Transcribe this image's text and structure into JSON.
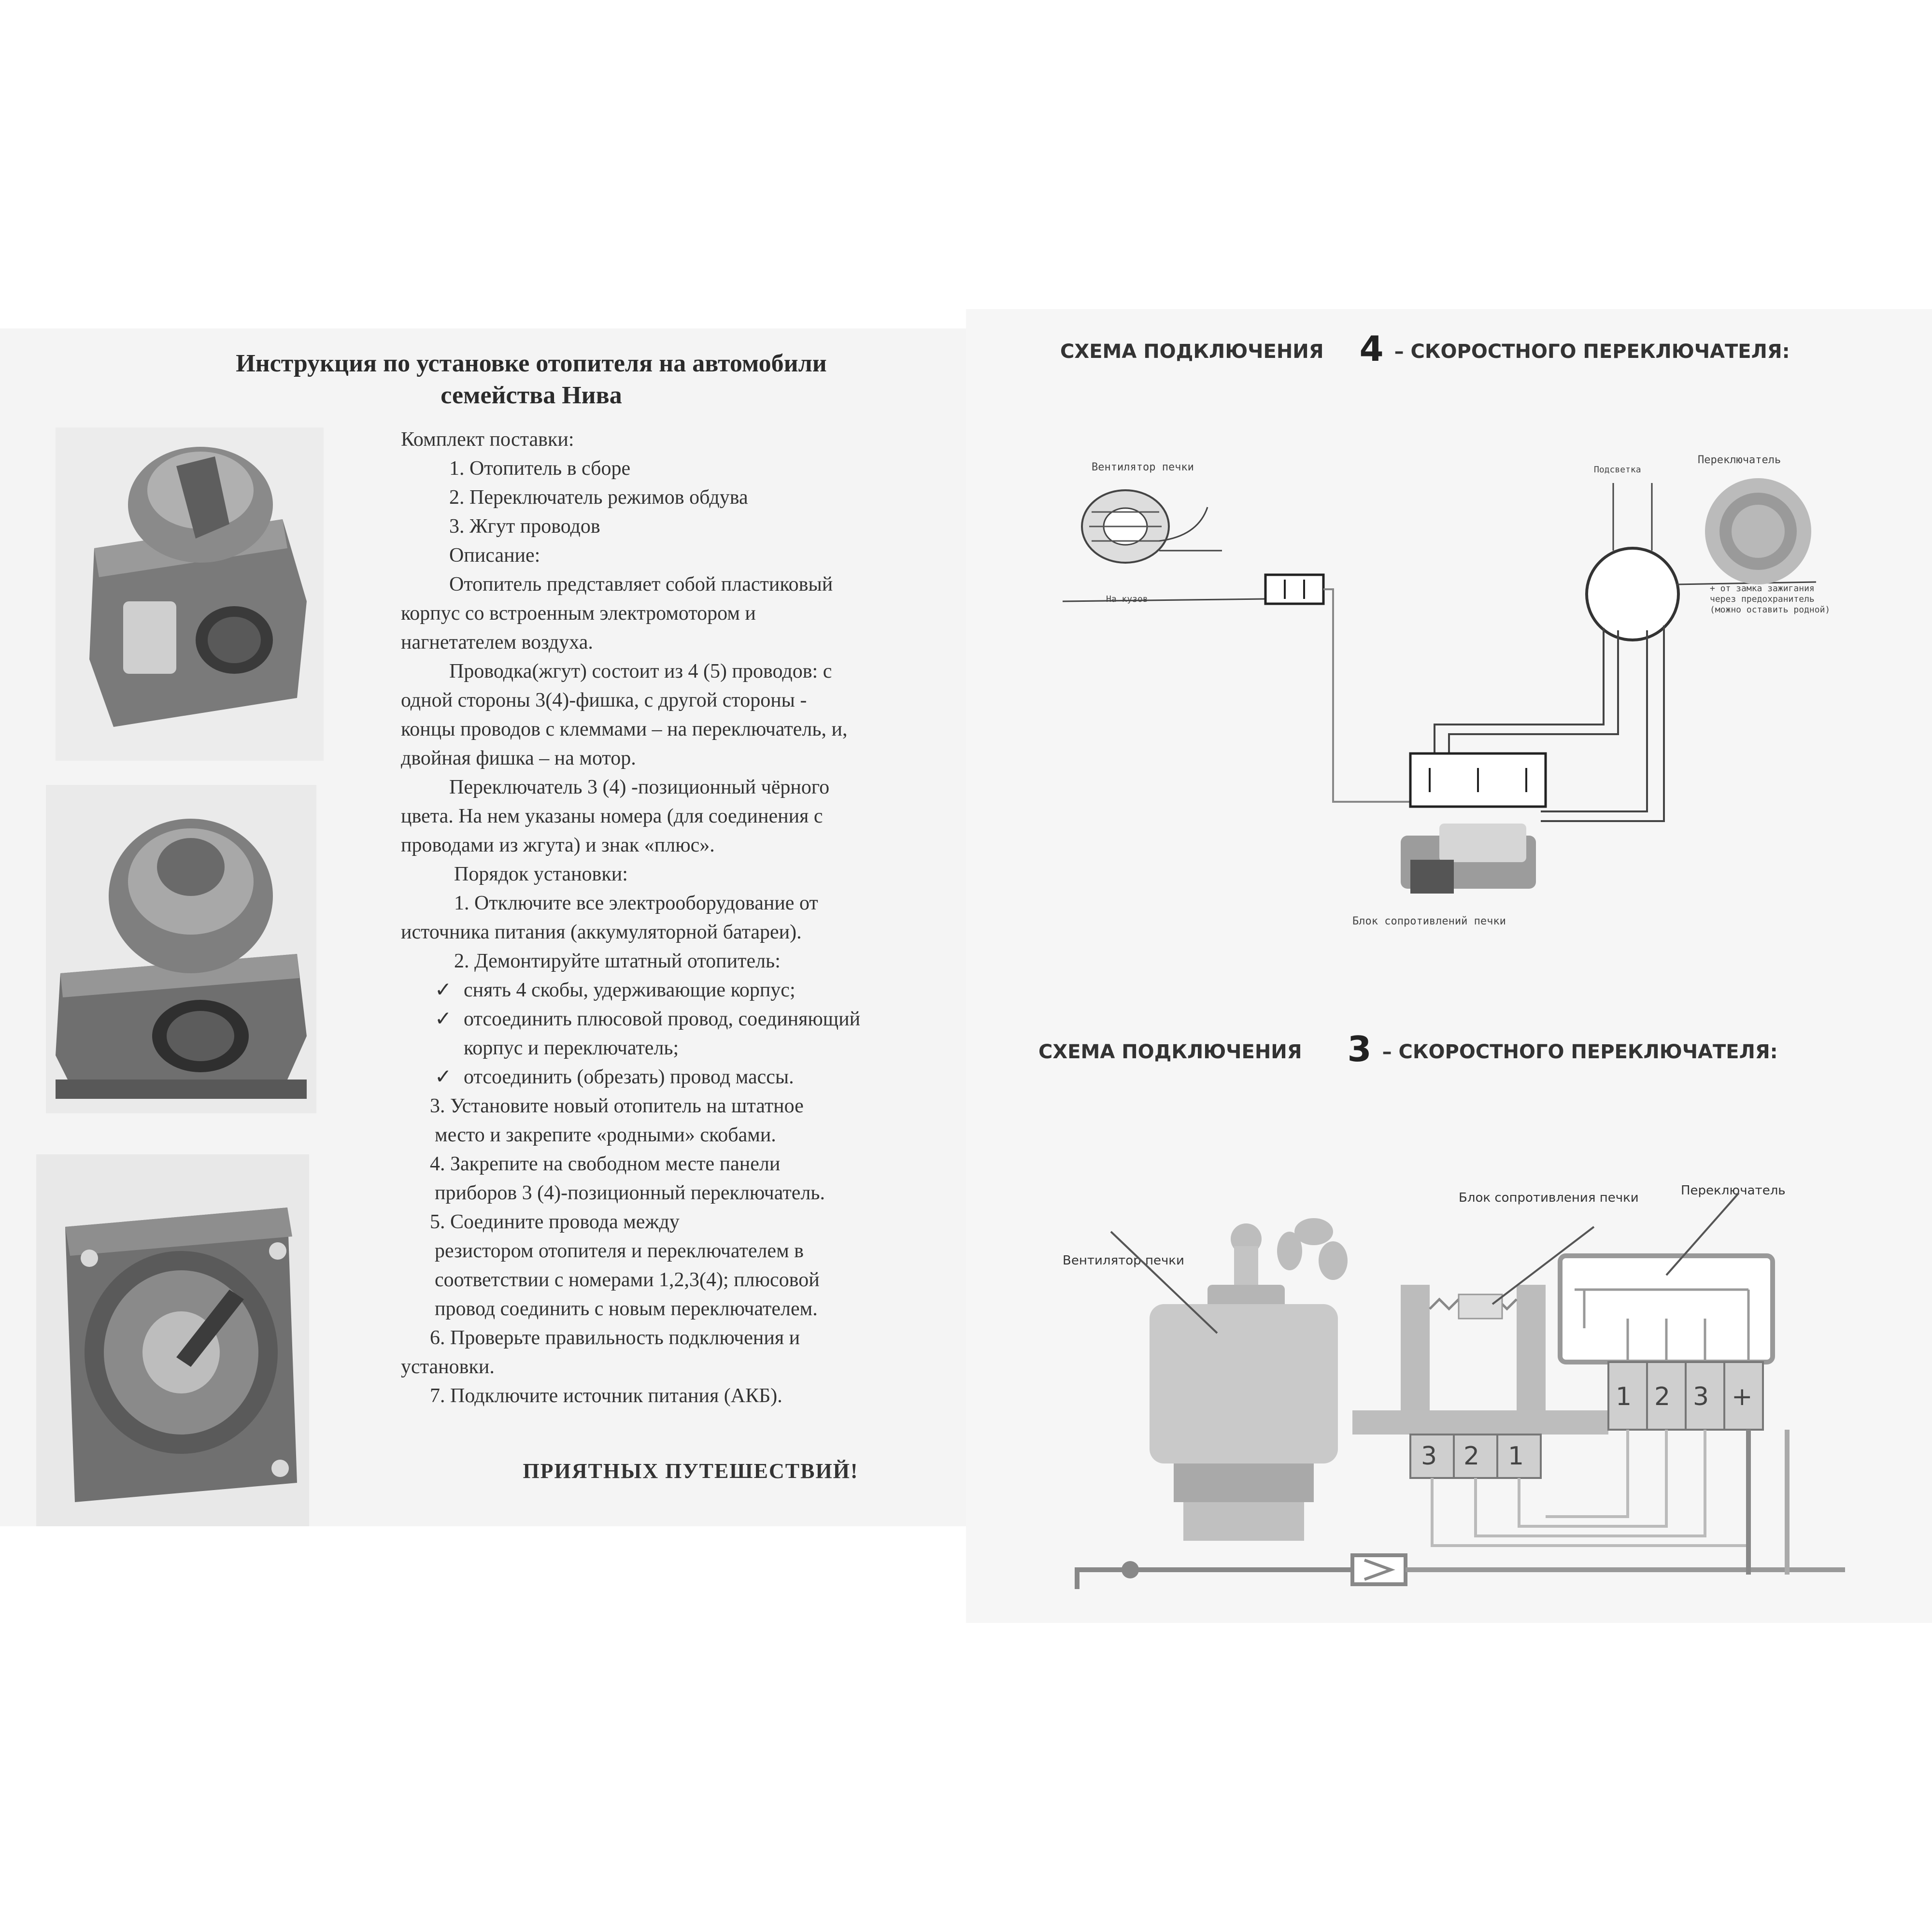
{
  "left_page": {
    "title_line1": "Инструкция по установке отопителя на автомобили",
    "title_line2": "семейства Нива",
    "lines": [
      "Комплект поставки:",
      "1. Отопитель в сборе",
      "2. Переключатель режимов обдува",
      "3. Жгут проводов",
      "Описание:",
      "Отопитель представляет собой  пластиковый",
      "корпус со встроенным электромотором и",
      "нагнетателем воздуха.",
      "Проводка(жгут)  состоит из 4 (5) проводов: с",
      "одной стороны 3(4)-фишка, с другой стороны -",
      "концы проводов с клеммами – на переключатель, и,",
      "двойная фишка – на мотор.",
      "Переключатель 3 (4) -позиционный чёрного",
      "цвета. На нем указаны номера (для соединения с",
      "проводами из жгута) и знак «плюс».",
      "Порядок установки:",
      "1. Отключите все электрооборудование от",
      "источника питания (аккумуляторной батареи).",
      "2.  Демонтируйте штатный отопитель:",
      "снять 4 скобы, удерживающие корпус;",
      "отсоединить плюсовой провод, соединяющий",
      "корпус и переключатель;",
      "отсоединить (обрезать) провод массы.",
      "3.  Установите новый отопитель на штатное",
      "место и закрепите «родными» скобами.",
      "4.  Закрепите на свободном месте панели",
      "приборов 3 (4)-позиционный переключатель.",
      "5.  Соедините провода между",
      "резистором  отопителя и переключателем в",
      "соответствии с номерами 1,2,3(4); плюсовой",
      "провод соединить с новым переключателем.",
      "6.  Проверьте правильность подключения и",
      "установки.",
      "7.   Подключите источник питания (АКБ)."
    ],
    "check_mark": "✓",
    "closing": "ПРИЯТНЫХ ПУТЕШЕСТВИЙ!"
  },
  "schema4": {
    "title_prefix": "СХЕМА ПОДКЛЮЧЕНИЯ",
    "title_num": "4",
    "title_suffix": "– СКОРОСТНОГО ПЕРЕКЛЮЧАТЕЛЯ:",
    "fan_label": "Вентилятор печки",
    "ground_label": "На кузов",
    "backlight_label": "Подсветка",
    "switch_label": "Переключатель",
    "ignition_note_1": "+ от замка зажигания",
    "ignition_note_2": "через предохранитель",
    "ignition_note_3": "(можно оставить родной)",
    "resistor_label": "Блок сопротивлений печки"
  },
  "schema3": {
    "title_prefix": "СХЕМА ПОДКЛЮЧЕНИЯ",
    "title_num": "3",
    "title_suffix": "– СКОРОСТНОГО ПЕРЕКЛЮЧАТЕЛЯ:",
    "resistor_label": "Блок сопротивления печки",
    "switch_label": "Переключатель",
    "fan_label": "Вентилятор печки",
    "switch_terminals": [
      "1",
      "2",
      "3",
      "+"
    ],
    "resistor_terminals": [
      "3",
      "2",
      "1"
    ]
  }
}
